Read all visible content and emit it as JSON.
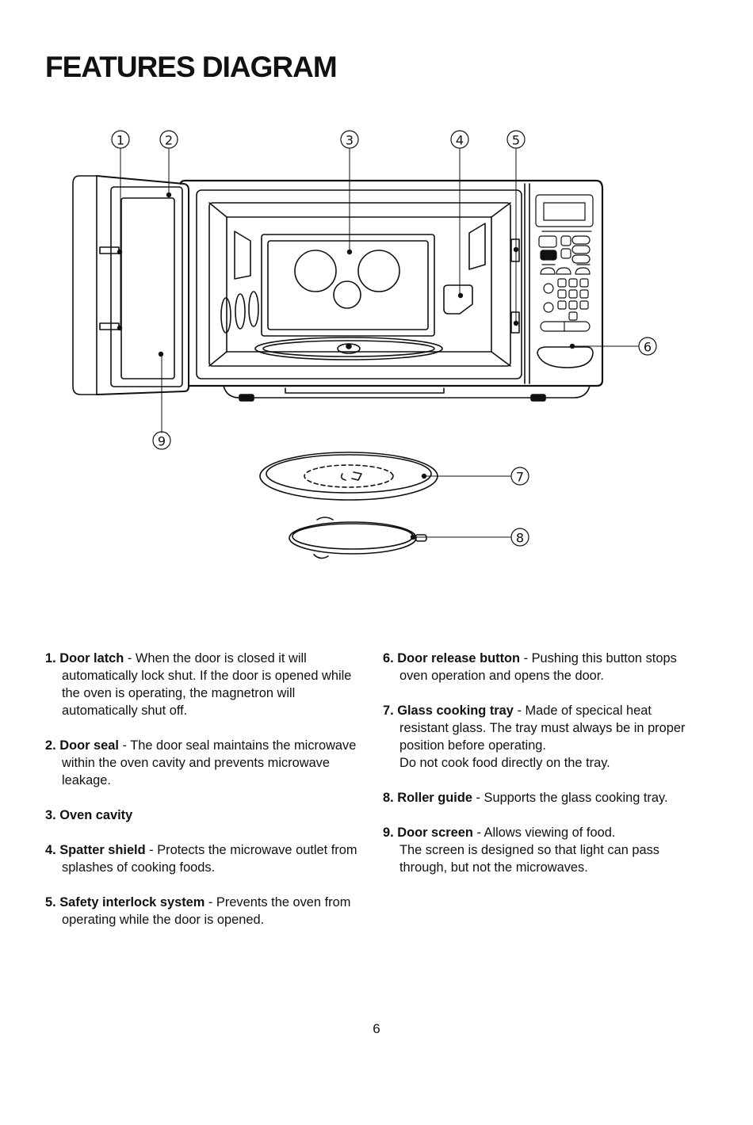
{
  "title": "FEATURES DIAGRAM",
  "callouts": [
    "1",
    "2",
    "3",
    "4",
    "5",
    "6",
    "7",
    "8",
    "9"
  ],
  "features_left": [
    {
      "num": "1.",
      "name": "Door latch",
      "desc": " - When the door is closed it will automatically lock shut. If the door is opened while the oven is operating, the magnetron will automatically shut off.",
      "extra": ""
    },
    {
      "num": "2.",
      "name": "Door seal",
      "desc": " - The door seal maintains the microwave within the oven cavity and prevents microwave leakage.",
      "extra": ""
    },
    {
      "num": "3.",
      "name": "Oven cavity",
      "desc": "",
      "extra": ""
    },
    {
      "num": "4.",
      "name": "Spatter shield",
      "desc": " - Protects the microwave outlet from splashes of cooking foods.",
      "extra": ""
    },
    {
      "num": "5.",
      "name": "Safety interlock system",
      "desc": " - Prevents the oven from operating while the door is opened.",
      "extra": ""
    }
  ],
  "features_right": [
    {
      "num": "6.",
      "name": "Door release button",
      "desc": " - Pushing this button stops oven operation and opens the door.",
      "extra": ""
    },
    {
      "num": "7.",
      "name": "Glass cooking tray",
      "desc": " - Made of specical heat resistant glass. The tray must always be in proper position before operating.",
      "extra": "Do not cook food directly on the tray."
    },
    {
      "num": "8.",
      "name": "Roller guide",
      "desc": " - Supports the glass cooking tray.",
      "extra": ""
    },
    {
      "num": "9.",
      "name": "Door screen",
      "desc": " - Allows viewing of food.",
      "extra": "The screen is designed so that light can pass through, but not the microwaves."
    }
  ],
  "page_number": "6"
}
